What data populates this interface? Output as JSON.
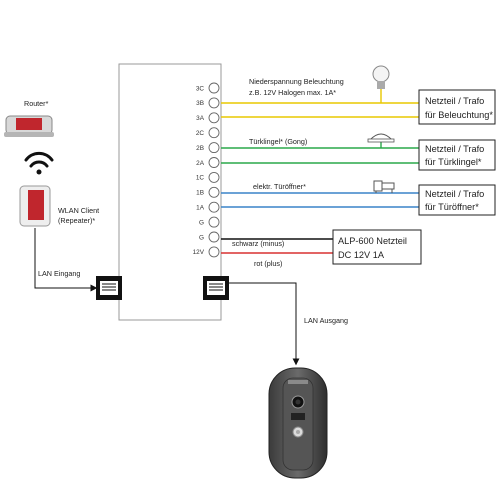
{
  "terminals": [
    "3C",
    "3B",
    "3A",
    "2C",
    "2B",
    "2A",
    "1C",
    "1B",
    "1A",
    "G",
    "G",
    "12V"
  ],
  "labels": {
    "router": "Router*",
    "wlan_line1": "WLAN Client",
    "wlan_line2": "(Repeater)*",
    "lan_in": "LAN Eingang",
    "lan_out": "LAN Ausgang",
    "low_voltage_line1": "Niederspannung Beleuchtung",
    "low_voltage_line2": "z.B. 12V Halogen max. 1A*",
    "doorbell": "Türklingel* (Gong)",
    "door_opener": "elektr. Türöffner*",
    "wire_black": "schwarz (minus)",
    "wire_red": "rot (plus)"
  },
  "boxes": {
    "lighting_line1": "Netzteil / Trafo",
    "lighting_line2": "für Beleuchtung*",
    "bell_line1": "Netzteil / Trafo",
    "bell_line2": "für Türklingel*",
    "opener_line1": "Netzteil / Trafo",
    "opener_line2": "für Türöffner*",
    "psu_line1": "ALP-600 Netzteil",
    "psu_line2": "DC 12V 1A"
  },
  "wire_colors": {
    "lighting": "#e8c800",
    "bell": "#2aa84a",
    "opener": "#3a84c8",
    "ground": "#111111",
    "power": "#d83030"
  }
}
